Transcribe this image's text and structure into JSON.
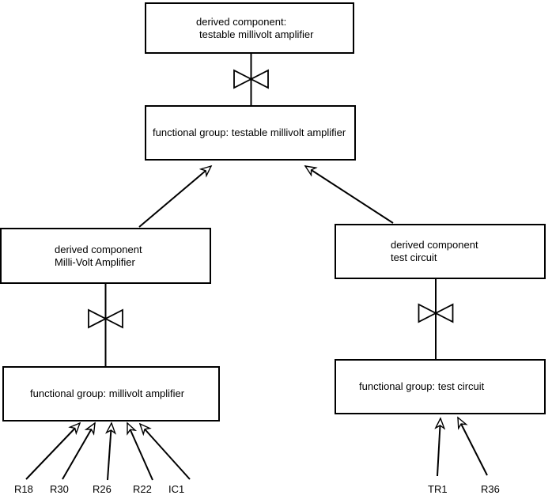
{
  "colors": {
    "background": "#ffffff",
    "line": "#000000",
    "text": "#000000"
  },
  "nodes": {
    "derived_testable": {
      "line1": "derived component:",
      "line2": "testable millivolt amplifier"
    },
    "fg_testable": {
      "line1": "functional group: testable millivolt amplifier"
    },
    "derived_millivolt": {
      "line1": "derived component",
      "line2": "Milli-Volt Amplifier"
    },
    "derived_test": {
      "line1": "derived component",
      "line2": "test circuit"
    },
    "fg_millivolt": {
      "line1": "functional group: millivolt amplifier"
    },
    "fg_test": {
      "line1": "functional group: test circuit"
    }
  },
  "components": {
    "left": [
      "R18",
      "R30",
      "R26",
      "R22",
      "IC1"
    ],
    "right": [
      "TR1",
      "R36"
    ]
  }
}
